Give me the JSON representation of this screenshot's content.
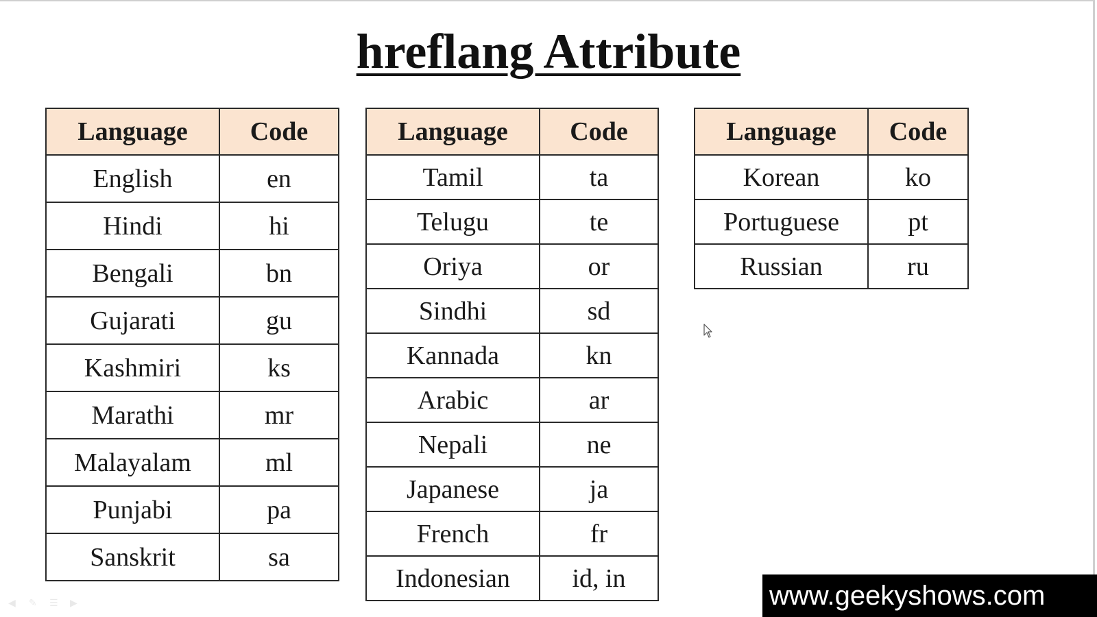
{
  "title": "hreflang Attribute",
  "header": {
    "language": "Language",
    "code": "Code"
  },
  "tables": [
    {
      "rows": [
        {
          "language": "English",
          "code": "en"
        },
        {
          "language": "Hindi",
          "code": "hi"
        },
        {
          "language": "Bengali",
          "code": "bn"
        },
        {
          "language": "Gujarati",
          "code": "gu"
        },
        {
          "language": "Kashmiri",
          "code": "ks"
        },
        {
          "language": "Marathi",
          "code": "mr"
        },
        {
          "language": "Malayalam",
          "code": "ml"
        },
        {
          "language": "Punjabi",
          "code": "pa"
        },
        {
          "language": "Sanskrit",
          "code": "sa"
        }
      ]
    },
    {
      "rows": [
        {
          "language": "Tamil",
          "code": "ta"
        },
        {
          "language": "Telugu",
          "code": "te"
        },
        {
          "language": "Oriya",
          "code": "or"
        },
        {
          "language": "Sindhi",
          "code": "sd"
        },
        {
          "language": "Kannada",
          "code": "kn"
        },
        {
          "language": "Arabic",
          "code": "ar"
        },
        {
          "language": "Nepali",
          "code": "ne"
        },
        {
          "language": "Japanese",
          "code": "ja"
        },
        {
          "language": "French",
          "code": "fr"
        },
        {
          "language": "Indonesian",
          "code": "id, in"
        }
      ]
    },
    {
      "rows": [
        {
          "language": "Korean",
          "code": "ko"
        },
        {
          "language": "Portuguese",
          "code": "pt"
        },
        {
          "language": "Russian",
          "code": "ru"
        }
      ]
    }
  ],
  "watermark": "www.geekyshows.com",
  "colors": {
    "header_bg": "#fbe4d0",
    "border": "#2a2a2a",
    "watermark_bg": "#000000",
    "watermark_text": "#ffffff"
  },
  "icons": {
    "cursor": "mouse-pointer-icon"
  }
}
